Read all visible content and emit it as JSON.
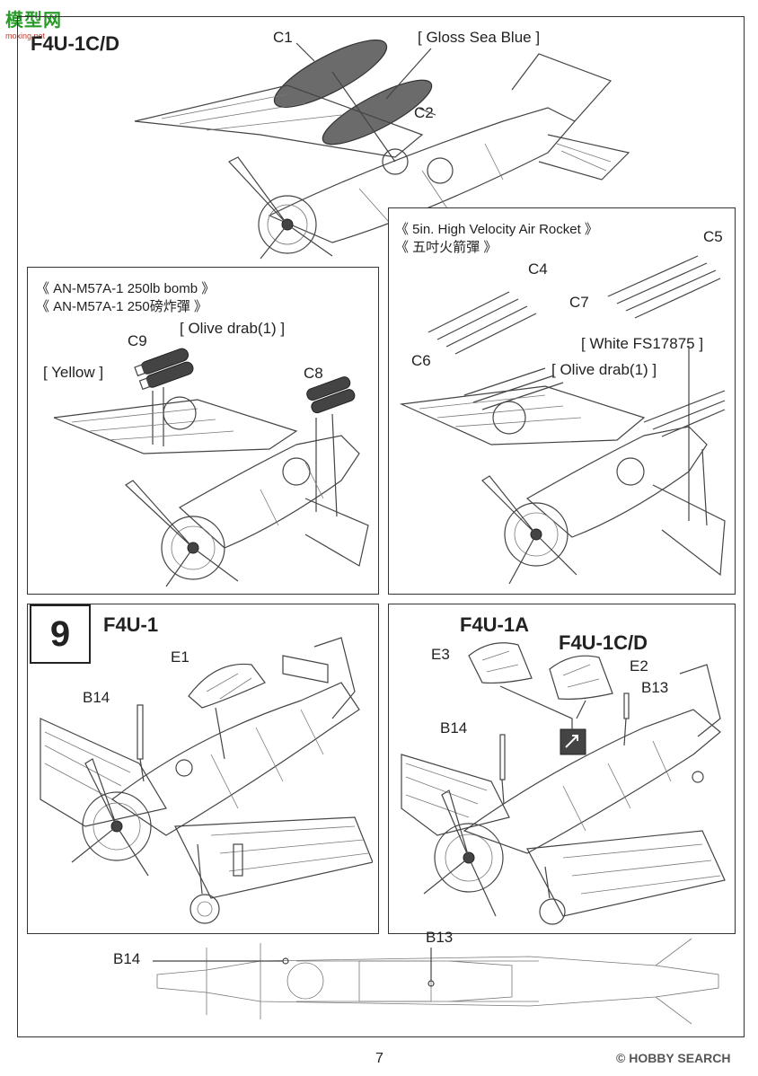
{
  "watermark": {
    "site_name": "模型网",
    "site_url": "moxing.net"
  },
  "top_panel": {
    "title": "F4U-1C/D",
    "paint_label": "[ Gloss Sea Blue ]",
    "parts": [
      "C1",
      "C2"
    ]
  },
  "bomb_panel": {
    "title_en": "《  AN-M57A-1  250lb bomb  》",
    "title_cn": "《  AN-M57A-1  250磅炸彈  》",
    "olive_label": "[ Olive drab(1) ]",
    "yellow_label": "[ Yellow ]",
    "parts": [
      "C9",
      "C8"
    ]
  },
  "rocket_panel": {
    "title_en": "《   5in. High Velocity Air Rocket  》",
    "title_cn": "《   五吋火箭彈   》",
    "white_label": "[ White FS17875 ]",
    "olive_label": "[ Olive drab(1) ]",
    "parts": [
      "C5",
      "C4",
      "C7",
      "C6"
    ]
  },
  "step9": {
    "step_number": "9",
    "left_title": "F4U-1",
    "left_parts": [
      "E1",
      "B14"
    ],
    "right_title_a": "F4U-1A",
    "right_title_b": "F4U-1C/D",
    "right_parts": [
      "E3",
      "E2",
      "B13",
      "B14"
    ]
  },
  "bottom_view": {
    "parts": [
      "B14",
      "B13"
    ]
  },
  "footer": {
    "page_number": "7",
    "source_mark": "© HOBBY SEARCH"
  }
}
